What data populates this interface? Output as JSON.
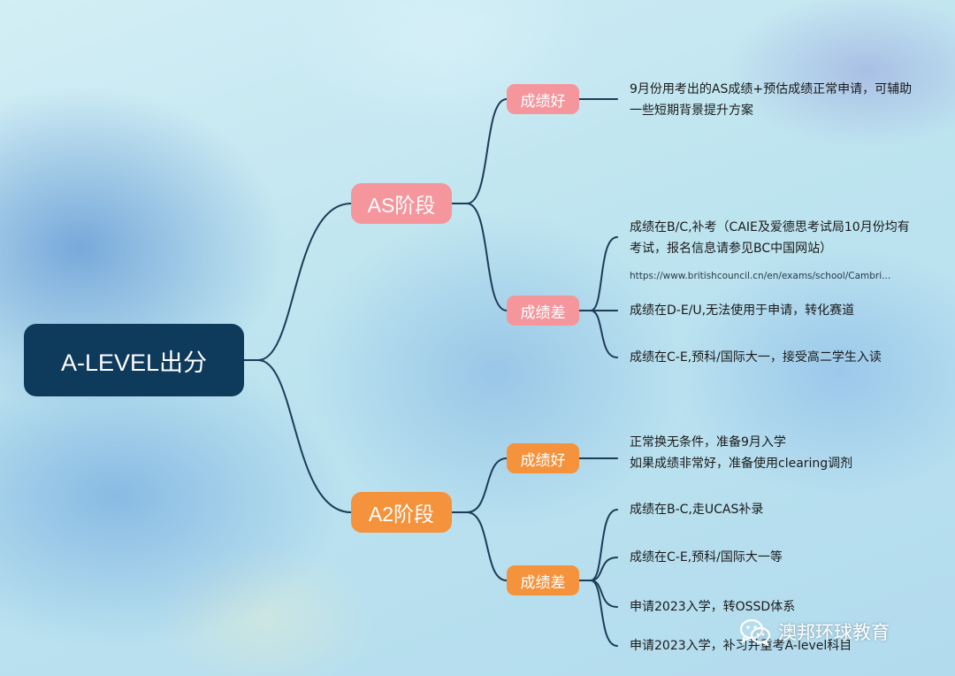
{
  "root": {
    "label": "A-LEVEL出分"
  },
  "stages": {
    "as": {
      "label": "AS阶段",
      "good": {
        "label": "成绩好",
        "leaves": [
          {
            "lines": [
              "9月份用考出的AS成绩+预估成绩正常申请，可辅助",
              "一些短期背景提升方案"
            ]
          }
        ]
      },
      "poor": {
        "label": "成绩差",
        "leaves": [
          {
            "lines": [
              "成绩在B/C,补考（CAIE及爱德思考试局10月份均有",
              "考试，报名信息请参见BC中国网站）"
            ]
          },
          {
            "lines": [
              "https://www.britishcouncil.cn/en/exams/school/Cambri..."
            ]
          },
          {
            "lines": [
              "成绩在D-E/U,无法使用于申请，转化赛道"
            ]
          },
          {
            "lines": [
              "成绩在C-E,预科/国际大一，接受高二学生入读"
            ]
          }
        ]
      }
    },
    "a2": {
      "label": "A2阶段",
      "good": {
        "label": "成绩好",
        "leaves": [
          {
            "lines": [
              "正常换无条件，准备9月入学",
              "如果成绩非常好，准备使用clearing调剂"
            ]
          }
        ]
      },
      "poor": {
        "label": "成绩差",
        "leaves": [
          {
            "lines": [
              "成绩在B-C,走UCAS补录"
            ]
          },
          {
            "lines": [
              "成绩在C-E,预科/国际大一等"
            ]
          },
          {
            "lines": [
              "申请2023入学，转OSSD体系"
            ]
          },
          {
            "lines": [
              "申请2023入学，补习并重考A-level科目"
            ]
          }
        ]
      }
    }
  },
  "watermark": {
    "label": "澳邦环球教育",
    "icon": "wechat-icon"
  },
  "colors": {
    "root": "#0e3a5c",
    "as_stage": "#f4969c",
    "a2_stage": "#f5923c",
    "connector": "#1d3c58"
  }
}
